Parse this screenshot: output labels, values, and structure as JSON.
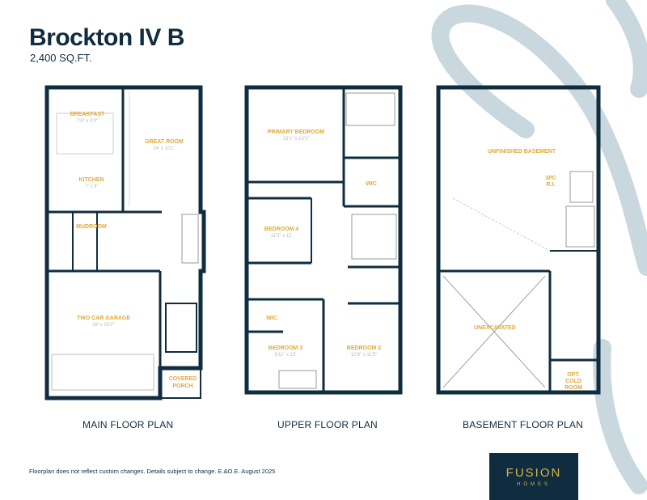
{
  "header": {
    "title": "Brockton IV B",
    "sqft": "2,400 SQ.FT."
  },
  "plans": {
    "main": {
      "label": "MAIN FLOOR PLAN"
    },
    "upper": {
      "label": "UPPER FLOOR PLAN"
    },
    "basement": {
      "label": "BASEMENT FLOOR PLAN"
    }
  },
  "rooms": {
    "breakfast": {
      "name": "BREAKFAST",
      "dim": "7'6\" x 9'0\""
    },
    "great_room": {
      "name": "GREAT ROOM",
      "dim": "24' x 10'1\""
    },
    "kitchen": {
      "name": "KITCHEN",
      "dim": "7' x 9'"
    },
    "mudroom": {
      "name": "MUDROOM"
    },
    "two_car_garage": {
      "name": "TWO CAR GARAGE",
      "dim": "19' x 20'2\""
    },
    "covered_porch_1": {
      "name": "COVERED"
    },
    "covered_porch_2": {
      "name": "PORCH"
    },
    "primary_bedroom": {
      "name": "PRIMARY BEDROOM",
      "dim": "13'1\" x 13'2\""
    },
    "wic_primary": {
      "name": "WIC"
    },
    "bedroom_4": {
      "name": "BEDROOM 4",
      "dim": "11'5\" x 11'"
    },
    "wic_b3": {
      "name": "WIC"
    },
    "bedroom_3": {
      "name": "BEDROOM 3",
      "dim": "9'11\" x 13'"
    },
    "bedroom_2": {
      "name": "BEDROOM 2",
      "dim": "12'9\" x 11'5\""
    },
    "unfinished_basement": {
      "name": "UNFINISHED BASEMENT"
    },
    "three_pc_1": {
      "name": "3PC"
    },
    "three_pc_2": {
      "name": "R.I."
    },
    "unexcavated": {
      "name": "UNEXCAVATED"
    },
    "cold_room_1": {
      "name": "OPT."
    },
    "cold_room_2": {
      "name": "COLD"
    },
    "cold_room_3": {
      "name": "ROOM"
    }
  },
  "footer": {
    "disclaimer": "Floorplan does not reflect custom changes. Details subject to change. E.&O.E. August 2025"
  },
  "logo": {
    "word": "FUSION",
    "sub": "HOMES"
  },
  "colors": {
    "ink": "#0f2d3f",
    "accent": "#e0a93a",
    "swoosh": "#c9d7de"
  }
}
